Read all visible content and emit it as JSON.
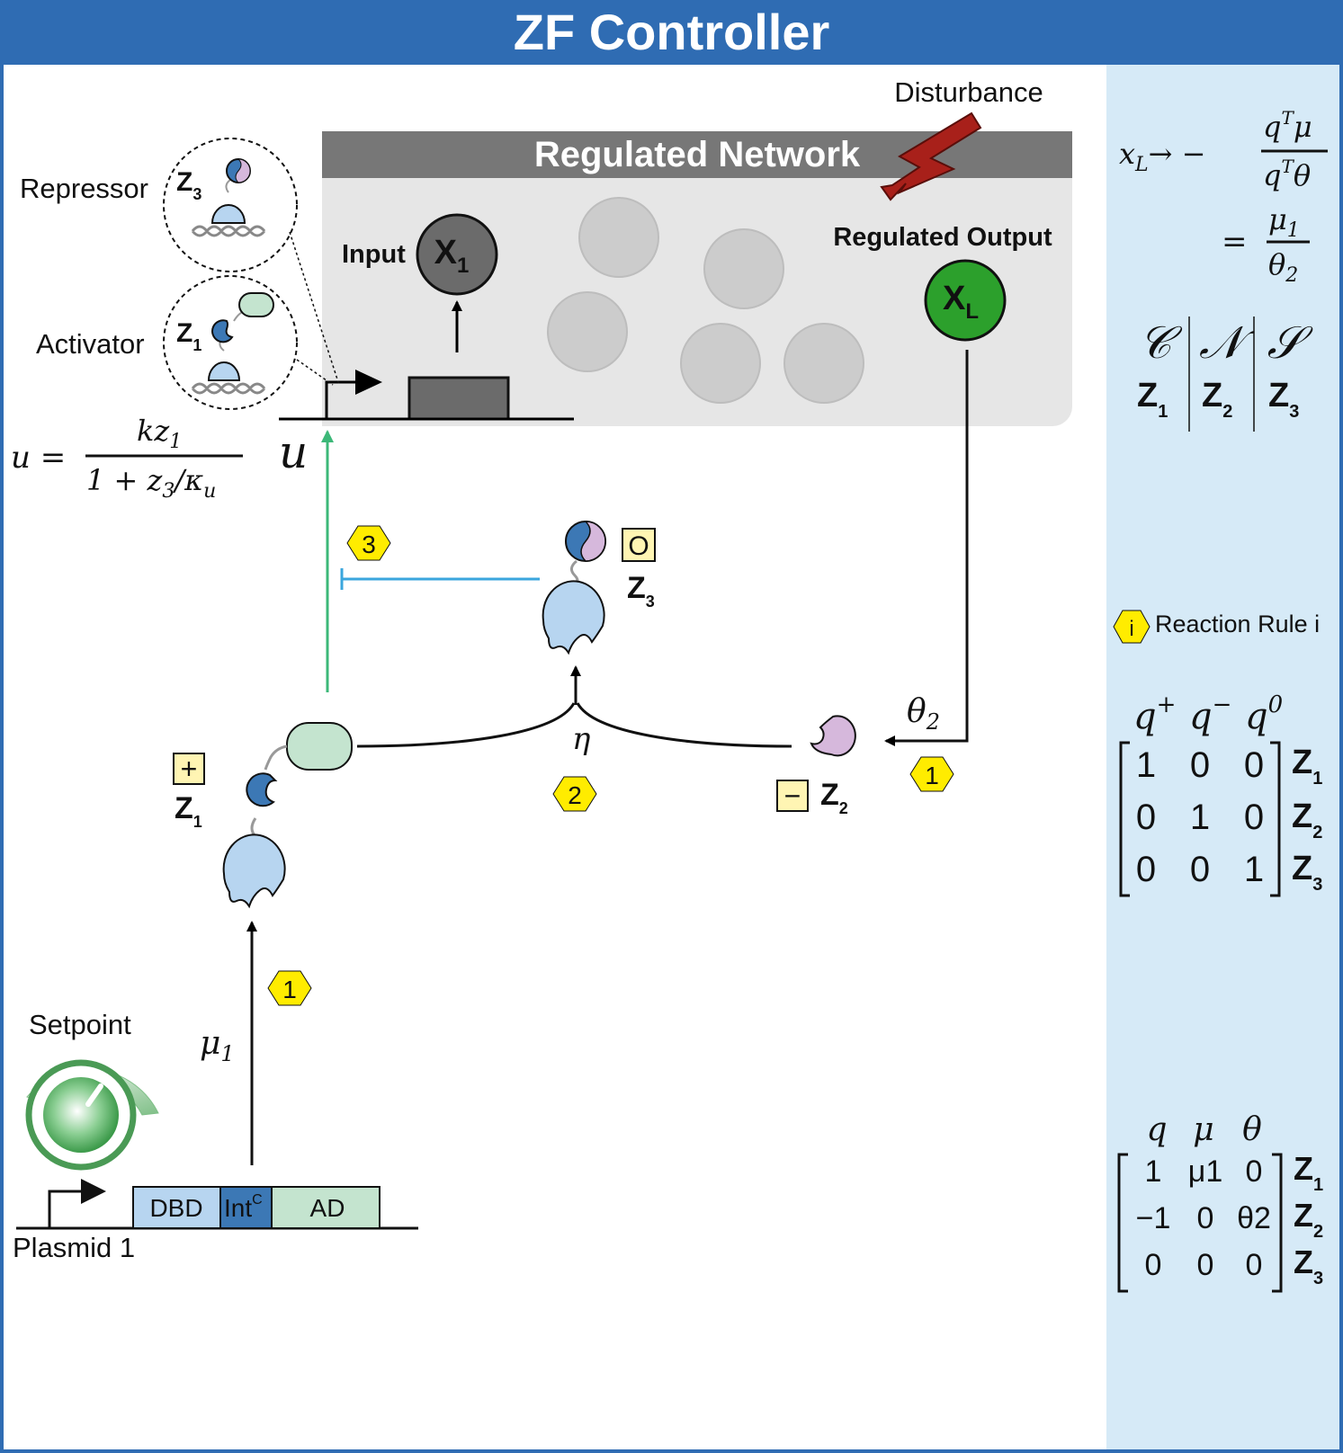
{
  "title": "ZF Controller",
  "colors": {
    "banner": "#2f6cb3",
    "panel": "#d6eaf7",
    "network_bg": "#e6e6e6",
    "network_header": "#777777",
    "x1_node": "#6b6b6b",
    "xl_node": "#2ca02c",
    "activation_arrow": "#3cb878",
    "inhibition": "#3aa6dd",
    "hexagon": "#ffec00",
    "sign_box": "#fff5b3",
    "dbd": "#b7d5f0",
    "int": "#3c78b5",
    "ad": "#c4e4cf",
    "disturbance": "#a8201a"
  },
  "network": {
    "header": "Regulated Network",
    "input_label": "Input",
    "output_label": "Regulated Output",
    "disturbance": "Disturbance",
    "x1": {
      "main": "X",
      "sub": "1"
    },
    "xl": {
      "main": "X",
      "sub": "L"
    }
  },
  "promoter": {
    "repressor_label": "Repressor",
    "activator_label": "Activator",
    "repressor_z": {
      "main": "Z",
      "sub": "3"
    },
    "activator_z": {
      "main": "Z",
      "sub": "1"
    },
    "u_symbol": "u",
    "u_equation": {
      "lhs": "u =",
      "numerator": "kz",
      "numerator_sub": "1",
      "denominator": "1 + z",
      "denominator_sub": "3",
      "denominator_tail": "/κ",
      "denominator_tail_sub": "u"
    }
  },
  "species": {
    "z1": {
      "main": "Z",
      "sub": "1",
      "sign": "+"
    },
    "z2": {
      "main": "Z",
      "sub": "2",
      "sign": "−"
    },
    "z3": {
      "main": "Z",
      "sub": "3",
      "sign": "O"
    }
  },
  "reactions": {
    "mu1": {
      "main": "μ",
      "sub": "1"
    },
    "theta2": {
      "main": "θ",
      "sub": "2"
    },
    "eta": "η",
    "hex_rule1_left": "1",
    "hex_rule1_right": "1",
    "hex_rule2": "2",
    "hex_rule3": "3"
  },
  "plasmid": {
    "setpoint": "Setpoint",
    "label": "Plasmid 1",
    "dbd": "DBD",
    "int": "Int",
    "int_sup": "C",
    "ad": "AD"
  },
  "sidepanel": {
    "xl_formula": {
      "lhs": "x",
      "lhs_sub": "L",
      "arrow": "→ −",
      "num": "q",
      "num_sup": "T",
      "num_tail": "μ",
      "den": "q",
      "den_sup": "T",
      "den_tail": "θ",
      "eq": "=",
      "num2": "μ",
      "num2_sub": "1",
      "den2": "θ",
      "den2_sub": "2"
    },
    "spaces": [
      {
        "script": "𝒞",
        "z": "Z",
        "sub": "1"
      },
      {
        "script": "𝒩",
        "z": "Z",
        "sub": "2"
      },
      {
        "script": "𝒮",
        "z": "Z",
        "sub": "3"
      }
    ],
    "legend": {
      "hex": "i",
      "label": "Reaction Rule i"
    },
    "q_matrix": {
      "headers": [
        {
          "main": "q",
          "sup": "+"
        },
        {
          "main": "q",
          "sup": "−"
        },
        {
          "main": "q",
          "sup": "0"
        }
      ],
      "rows": [
        [
          "1",
          "0",
          "0"
        ],
        [
          "0",
          "1",
          "0"
        ],
        [
          "0",
          "0",
          "1"
        ]
      ],
      "row_labels": [
        {
          "main": "Z",
          "sub": "1"
        },
        {
          "main": "Z",
          "sub": "2"
        },
        {
          "main": "Z",
          "sub": "3"
        }
      ]
    },
    "param_matrix": {
      "headers": [
        "q",
        "μ",
        "θ"
      ],
      "rows": [
        [
          "1",
          "μ1",
          "0"
        ],
        [
          "−1",
          "0",
          "θ2"
        ],
        [
          "0",
          "0",
          "0"
        ]
      ],
      "row_labels": [
        {
          "main": "Z",
          "sub": "1"
        },
        {
          "main": "Z",
          "sub": "2"
        },
        {
          "main": "Z",
          "sub": "3"
        }
      ]
    }
  }
}
